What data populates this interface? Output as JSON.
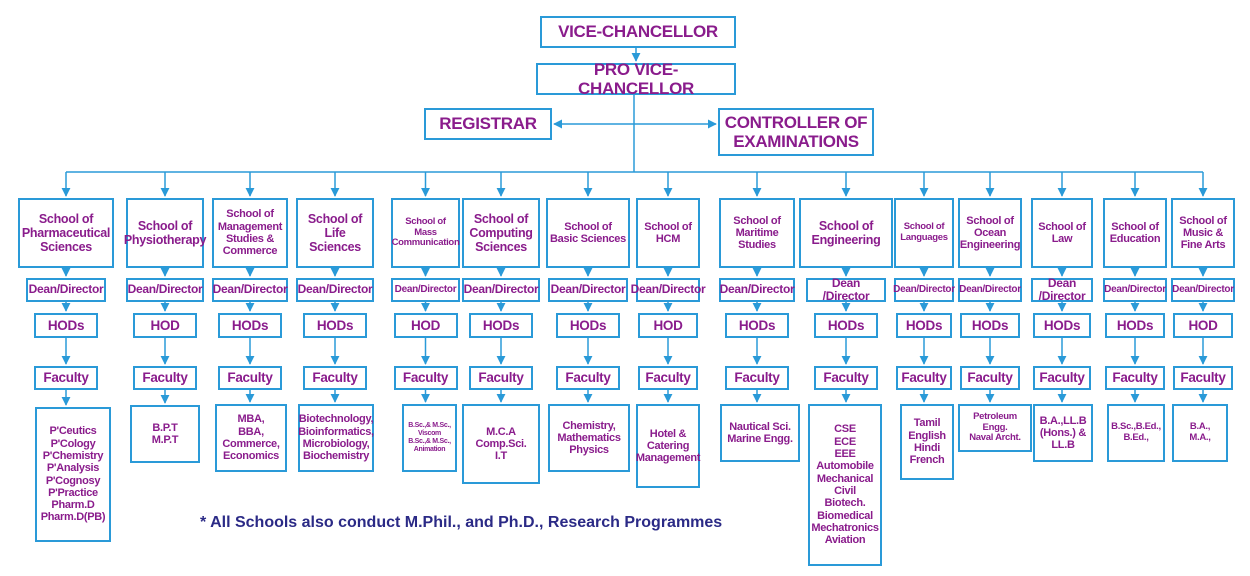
{
  "top": {
    "vice_chancellor": "VICE-CHANCELLOR",
    "pro_vice_chancellor": "PRO VICE-CHANCELLOR",
    "registrar": "REGISTRAR",
    "controller": "CONTROLLER OF\nEXAMINATIONS"
  },
  "colors": {
    "box_border": "#2a9ad8",
    "box_text": "#8a1c8c",
    "connector": "#2a9ad8",
    "note_text": "#2b2a86"
  },
  "schools": [
    {
      "name": "School of\nPharmaceutical\nSciences",
      "dean": "Dean/Director",
      "hod": "HODs",
      "faculty": "Faculty",
      "programmes": "P'Ceutics\nP'Cology\nP'Chemistry\nP'Analysis\nP'Cognosy\nP'Practice\nPharm.D\nPharm.D(PB)"
    },
    {
      "name": "School of\nPhysiotherapy",
      "dean": "Dean/Director",
      "hod": "HOD",
      "faculty": "Faculty",
      "programmes": "B.P.T\nM.P.T"
    },
    {
      "name": "School of\nManagement\nStudies &\nCommerce",
      "dean": "Dean/Director",
      "hod": "HODs",
      "faculty": "Faculty",
      "programmes": "MBA,\nBBA,\nCommerce,\nEconomics"
    },
    {
      "name": "School of\nLife Sciences",
      "dean": "Dean/Director",
      "hod": "HODs",
      "faculty": "Faculty",
      "programmes": "Biotechnology,\nBioinformatics,\nMicrobiology,\nBiochemistry"
    },
    {
      "name": "School of\nMass\nCommunication",
      "dean": "Dean/Director",
      "hod": "HOD",
      "faculty": "Faculty",
      "programmes": "B.Sc.,& M.Sc.,\nViscom\nB.Sc.,& M.Sc.,\nAnimation"
    },
    {
      "name": "School of\nComputing\nSciences",
      "dean": "Dean/Director",
      "hod": "HODs",
      "faculty": "Faculty",
      "programmes": "M.C.A\nComp.Sci.\nI.T"
    },
    {
      "name": "School of\nBasic Sciences",
      "dean": "Dean/Director",
      "hod": "HODs",
      "faculty": "Faculty",
      "programmes": "Chemistry,\nMathematics\nPhysics"
    },
    {
      "name": "School of\nHCM",
      "dean": "Dean/Director",
      "hod": "HOD",
      "faculty": "Faculty",
      "programmes": "Hotel &\nCatering\nManagement"
    },
    {
      "name": "School of\nMaritime\nStudies",
      "dean": "Dean/Director",
      "hod": "HODs",
      "faculty": "Faculty",
      "programmes": "Nautical Sci.\nMarine Engg."
    },
    {
      "name": "School of\nEngineering",
      "dean": "Dean /Director",
      "hod": "HODs",
      "faculty": "Faculty",
      "programmes": "CSE\nECE\nEEE\nAutomobile\nMechanical\nCivil\nBiotech.\nBiomedical\nMechatronics\nAviation"
    },
    {
      "name": "School of\nLanguages",
      "dean": "Dean/Director",
      "hod": "HODs",
      "faculty": "Faculty",
      "programmes": "Tamil\nEnglish\nHindi\nFrench"
    },
    {
      "name": "School of\nOcean\nEngineering",
      "dean": "Dean/Director",
      "hod": "HODs",
      "faculty": "Faculty",
      "programmes": "Petroleum Engg.\nNaval Archt."
    },
    {
      "name": "School of\nLaw",
      "dean": "Dean /Director",
      "hod": "HODs",
      "faculty": "Faculty",
      "programmes": "B.A.,LL.B\n(Hons.) &\nLL.B"
    },
    {
      "name": "School of\nEducation",
      "dean": "Dean/Director",
      "hod": "HODs",
      "faculty": "Faculty",
      "programmes": "B.Sc.,B.Ed.,\nB.Ed.,"
    },
    {
      "name": "School of\nMusic &\nFine Arts",
      "dean": "Dean/Director",
      "hod": "HOD",
      "faculty": "Faculty",
      "programmes": "B.A.,\nM.A.,"
    }
  ],
  "note": "* All Schools also conduct M.Phil., and Ph.D., Research Programmes"
}
